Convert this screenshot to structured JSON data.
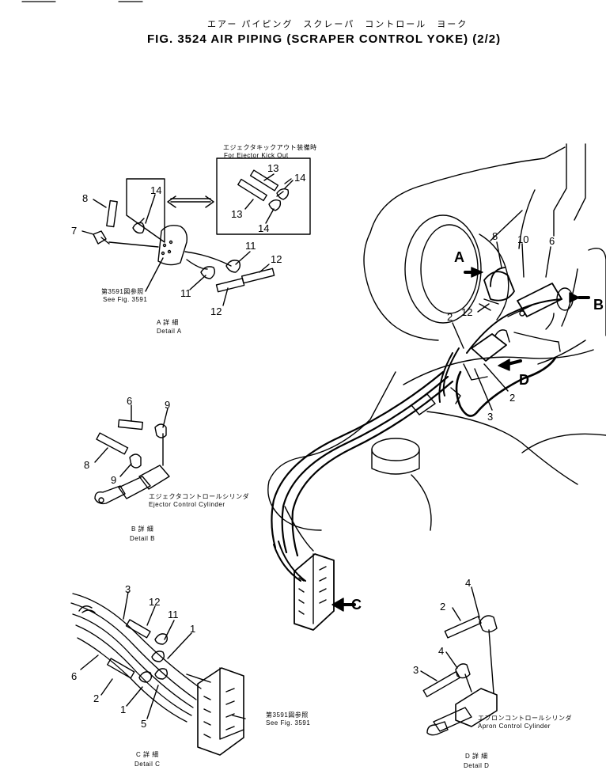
{
  "header": {
    "title_jp": "エアー パイピング　スクレーパ　コントロール　ヨーク",
    "title_en": "FIG. 3524  AIR PIPING (SCRAPER CONTROL YOKE) (2/2)"
  },
  "inset_ejector": {
    "label_jp": "エジェクタキックアウト装備時",
    "label_en": "For Ejector Kick Out"
  },
  "detail_a": {
    "ref_jp": "第3591図参照",
    "ref_en": "See Fig. 3591",
    "caption_jp": "A 詳 細",
    "caption_en": "Detail A",
    "callouts": [
      "14",
      "8",
      "7",
      "11",
      "12",
      "11",
      "12",
      "13",
      "14",
      "13",
      "14"
    ]
  },
  "detail_b": {
    "cyl_jp": "エジェクタコントロールシリンダ",
    "cyl_en": "Ejector Control Cylinder",
    "caption_jp": "B 詳 細",
    "caption_en": "Detail B",
    "callouts": [
      "6",
      "9",
      "8",
      "9"
    ]
  },
  "detail_c": {
    "ref_jp": "第3591図参照",
    "ref_en": "See Fig. 3591",
    "caption_jp": "C 詳 細",
    "caption_en": "Detail C",
    "callouts": [
      "3",
      "12",
      "11",
      "1",
      "6",
      "2",
      "1",
      "5"
    ]
  },
  "detail_d": {
    "cyl_jp": "エプロンコントロールシリンダ",
    "cyl_en": "Apron Control Cylinder",
    "caption_jp": "D 詳 細",
    "caption_en": "Detail D",
    "callouts": [
      "4",
      "2",
      "4",
      "3"
    ]
  },
  "main_view": {
    "arrow_labels": [
      "A",
      "B",
      "C",
      "D"
    ],
    "callouts": [
      "8",
      "10",
      "6",
      "12",
      "2",
      "2",
      "3"
    ]
  }
}
